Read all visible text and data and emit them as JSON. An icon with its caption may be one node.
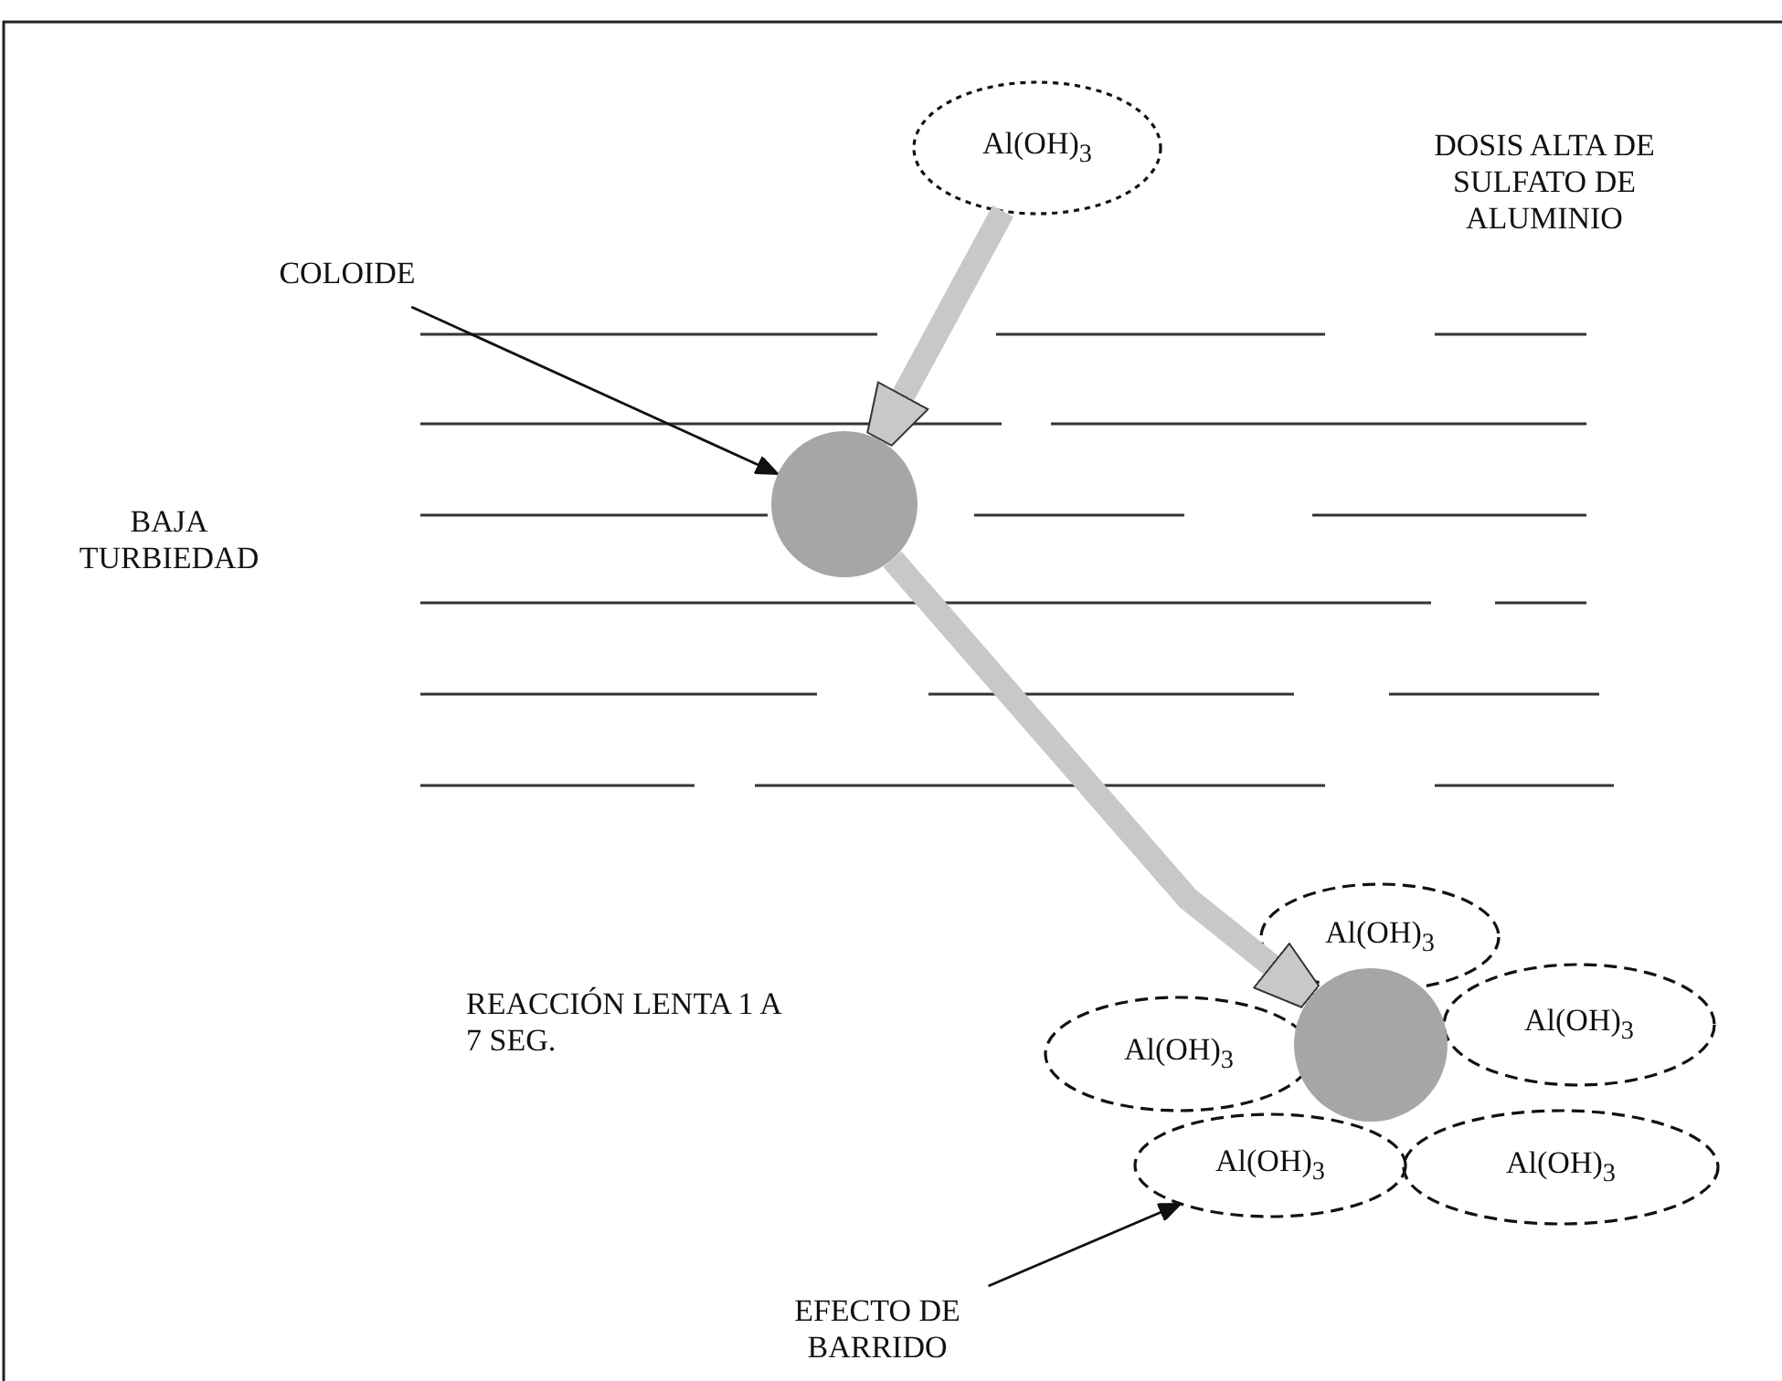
{
  "diagram": {
    "nodes": [
      {
        "text": [
          "Al(OH)$_{3}$"
        ]
      },
      {
        "text": [
          "COLOIDE"
        ]
      },
      {
        "text": [],
        "shape": "circle"
      },
      {
        "text": [],
        "shape": "circle"
      },
      {
        "text": [
          "Al(OH)$_{3}$"
        ]
      },
      {
        "text": [
          "Al(OH)$_{3}$"
        ]
      },
      {
        "text": [
          "Al(OH)$_{3}$"
        ]
      },
      {
        "text": [
          "Al(OH)$_{3}$"
        ]
      },
      {
        "text": [
          "Al(OH)$_{3}$"
        ]
      },
      {
        "text": [
          "EFECTO DE BARRIDO"
        ]
      }
    ],
    "edges": [
      {
        "from": 0,
        "to": 2,
        "arrow": "to",
        "style": "thick",
        "color": "#c8c8c8"
      },
      {
        "from": 1,
        "to": 2,
        "arrow": "to",
        "color": "#111111"
      },
      {
        "from": 2,
        "to": 3,
        "arrow": "to",
        "style": "thick",
        "color": "#c8c8c8"
      },
      {
        "from": 9,
        "to": 7,
        "arrow": "to",
        "color": "#111111"
      }
    ],
    "labels": [
      "DOSIS ALTA DE SULFATO DE ALUMINIO",
      "BAJA TURBIEDAD",
      "REACCIÓN LENTA 1 A 7 SEG."
    ]
  }
}
